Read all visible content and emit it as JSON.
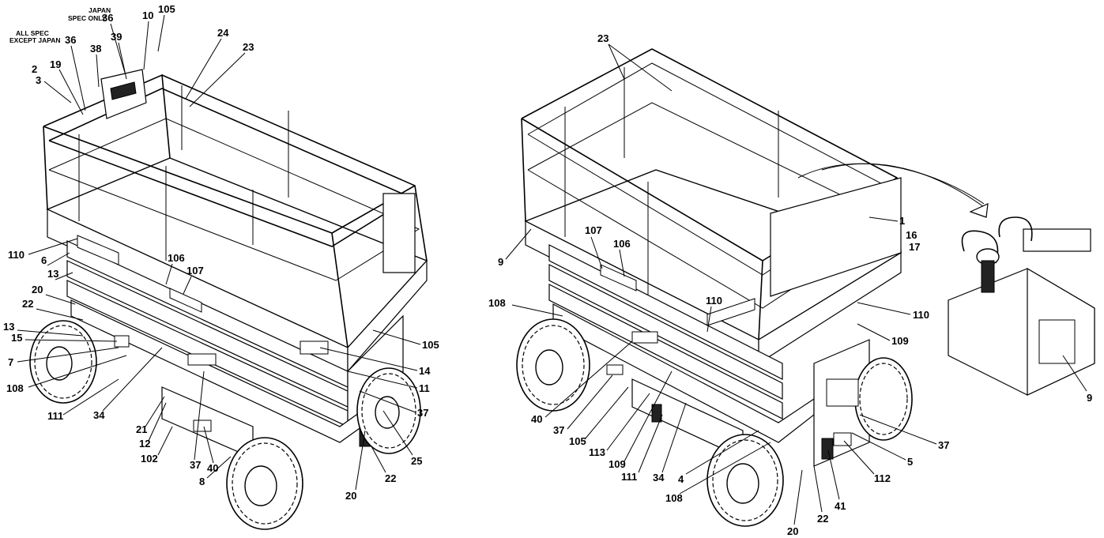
{
  "colors": {
    "ink": "#000000",
    "paper": "#ffffff"
  },
  "left_view": {
    "notes": [
      {
        "id": "all_spec",
        "lines": [
          "ALL SPEC",
          "EXCEPT JAPAN"
        ]
      },
      {
        "id": "japan_spec",
        "lines": [
          "JAPAN",
          "SPEC ONLY"
        ]
      }
    ],
    "callouts": [
      "36",
      "36",
      "10",
      "105",
      "39",
      "38",
      "24",
      "23",
      "2",
      "3",
      "19",
      "110",
      "106",
      "107",
      "6",
      "13",
      "20",
      "22",
      "13",
      "15",
      "7",
      "108",
      "111",
      "34",
      "21",
      "12",
      "102",
      "37",
      "40",
      "8",
      "105",
      "14",
      "11",
      "37",
      "25",
      "22",
      "20"
    ]
  },
  "right_view": {
    "callouts": [
      "23",
      "1",
      "16",
      "17",
      "9",
      "107",
      "106",
      "108",
      "110",
      "110",
      "109",
      "40",
      "37",
      "105",
      "113",
      "109",
      "111",
      "34",
      "4",
      "108",
      "20",
      "22",
      "41",
      "112",
      "5",
      "37",
      "9"
    ]
  }
}
